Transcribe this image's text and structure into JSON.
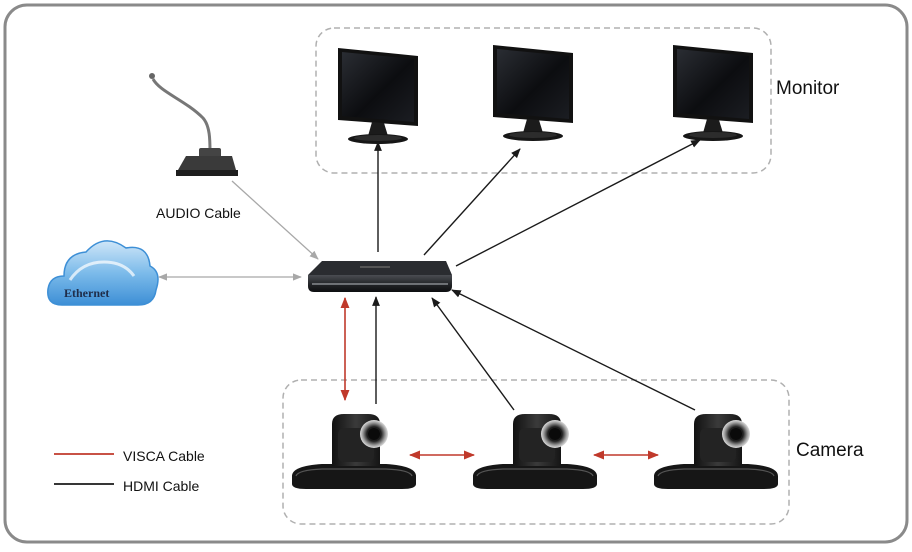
{
  "labels": {
    "monitor": "Monitor",
    "camera": "Camera",
    "audio_cable": "AUDIO Cable",
    "ethernet": "Ethernet"
  },
  "legend": {
    "visca": {
      "label": "VISCA Cable",
      "color": "#c0392b"
    },
    "hdmi": {
      "label": "HDMI Cable",
      "color": "#1a1a1a"
    }
  },
  "colors": {
    "frame": "#8a8a8a",
    "dashed_group": "#b0b0b0",
    "audio_line": "#a8a8a8",
    "ethernet_line": "#a8a8a8",
    "cloud": "#5fa9e3"
  },
  "icons": {
    "monitors": [
      "monitor-icon",
      "monitor-icon",
      "monitor-icon"
    ],
    "cameras": [
      "ptz-camera-icon",
      "ptz-camera-icon",
      "ptz-camera-icon"
    ],
    "center": "codec-box-icon",
    "microphone": "gooseneck-microphone-icon",
    "cloud": "ethernet-cloud-icon"
  }
}
